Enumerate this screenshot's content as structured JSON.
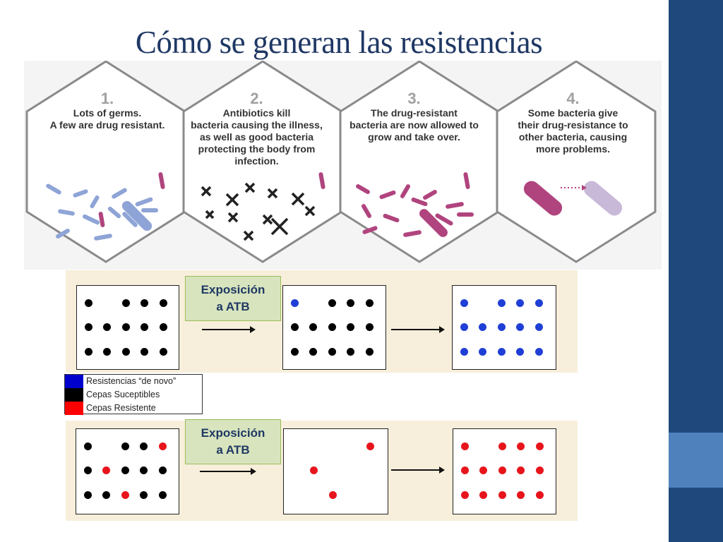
{
  "title": "Cómo se generan las resistencias",
  "steps": [
    {
      "number": "1.",
      "text": "Lots of germs.\nA few are drug resistant."
    },
    {
      "number": "2.",
      "text": "Antibiotics kill\nbacteria causing the illness,\nas well as good bacteria\nprotecting the body from\ninfection."
    },
    {
      "number": "3.",
      "text": "The drug-resistant\nbacteria are now allowed to\ngrow and take over."
    },
    {
      "number": "4.",
      "text": "Some bacteria give\ntheir drug-resistance to\nother bacteria, causing\nmore problems."
    }
  ],
  "exposure_label": {
    "line1": "Exposición",
    "line2": "a ATB"
  },
  "legend": [
    {
      "label": "Resistencias “de novo”",
      "color": "#0000cc"
    },
    {
      "label": "Cepas Suceptibles",
      "color": "#000000"
    },
    {
      "label": "Cepas Resistente",
      "color": "#ff0000"
    }
  ],
  "colors": {
    "blue": "#1f3fd6",
    "black": "#000000",
    "red": "#e8141c",
    "hex_border": "#8a8a8a",
    "bacteria_blue": "#8fa4d6",
    "bacteria_pink": "#b0447e"
  },
  "scenarios": [
    {
      "name": "de-novo",
      "boxes": [
        [
          [
            "black",
            "none",
            "black",
            "black",
            "black"
          ],
          [
            "black",
            "black",
            "black",
            "black",
            "black"
          ],
          [
            "black",
            "black",
            "black",
            "black",
            "black"
          ]
        ],
        [
          [
            "blue",
            "none",
            "black",
            "black",
            "black"
          ],
          [
            "black",
            "black",
            "black",
            "black",
            "black"
          ],
          [
            "black",
            "black",
            "black",
            "black",
            "black"
          ]
        ],
        [
          [
            "blue",
            "none",
            "blue",
            "blue",
            "blue"
          ],
          [
            "blue",
            "blue",
            "blue",
            "blue",
            "blue"
          ],
          [
            "blue",
            "blue",
            "blue",
            "blue",
            "blue"
          ]
        ]
      ]
    },
    {
      "name": "resistente",
      "boxes": [
        [
          [
            "black",
            "none",
            "black",
            "black",
            "red"
          ],
          [
            "black",
            "red",
            "black",
            "black",
            "black"
          ],
          [
            "black",
            "black",
            "red",
            "black",
            "black"
          ]
        ],
        [
          [
            "none",
            "none",
            "none",
            "none",
            "red"
          ],
          [
            "none",
            "red",
            "none",
            "none",
            "none"
          ],
          [
            "none",
            "none",
            "red",
            "none",
            "none"
          ]
        ],
        [
          [
            "red",
            "none",
            "red",
            "red",
            "red"
          ],
          [
            "red",
            "red",
            "red",
            "red",
            "red"
          ],
          [
            "red",
            "red",
            "red",
            "red",
            "red"
          ]
        ]
      ]
    }
  ]
}
